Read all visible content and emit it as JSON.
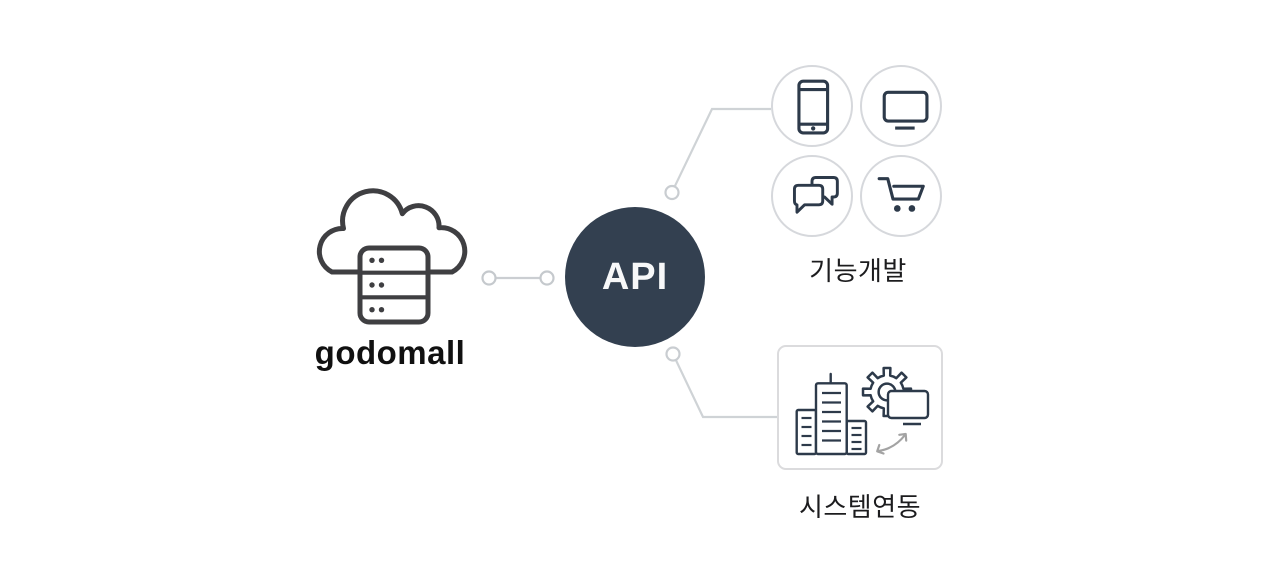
{
  "source": {
    "label": "godomall",
    "icon": "cloud-server"
  },
  "hub": {
    "label": "API",
    "fill": "#334050",
    "text_color": "#f7f8f9"
  },
  "feature_group": {
    "label": "기능개발",
    "icons": [
      "smartphone",
      "monitor",
      "chat-bubbles",
      "shopping-cart"
    ]
  },
  "integration_group": {
    "label": "시스템연동",
    "icons": [
      "buildings",
      "gear",
      "display",
      "sync-arrow"
    ]
  },
  "colors": {
    "background": "#ffffff",
    "hub_fill": "#334050",
    "icon_stroke": "#2d3a4a",
    "cloud_stroke": "#3f3f42",
    "connector": "#cbced2",
    "circle_border": "#d6d8dc",
    "box_border": "#dbdbdd",
    "label_text": "#1c1c1e",
    "brand_text": "#101010",
    "sync_arrow": "#a3a3a3"
  }
}
